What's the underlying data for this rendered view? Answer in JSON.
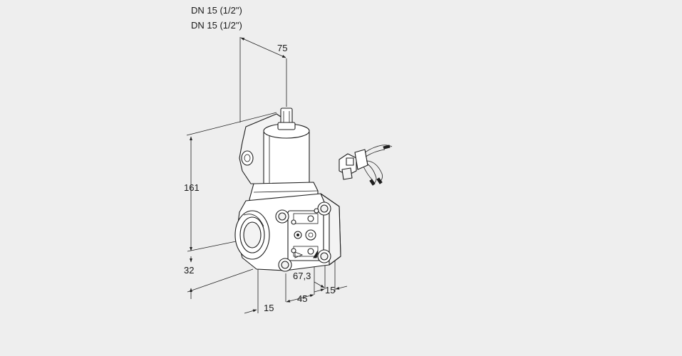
{
  "labels": {
    "dn_line1": "DN 15 (1/2\")",
    "dn_line2": "DN 15 (1/2\")",
    "dim_75": "75",
    "dim_161": "161",
    "dim_32": "32",
    "dim_67_3": "67,3",
    "dim_15_bottom": "15",
    "dim_45": "45",
    "dim_15_right": "15"
  }
}
